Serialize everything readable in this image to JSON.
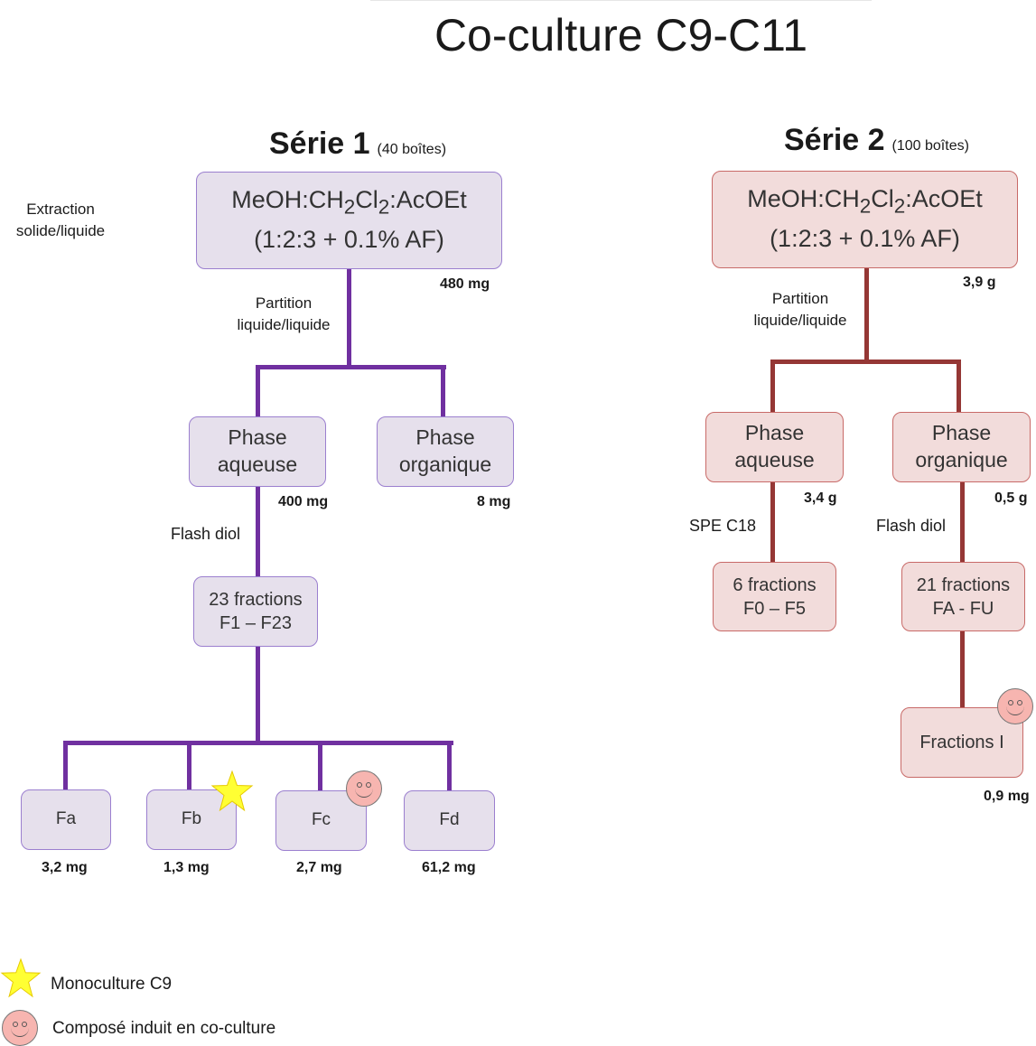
{
  "title": "Co-culture C9-C11",
  "serie1": {
    "heading": "Série 1",
    "count": "(40 boîtes)",
    "extraction_label_line1": "Extraction",
    "extraction_label_line2": "solide/liquide",
    "solvent_line1_pre": "MeOH:CH",
    "solvent_sub1": "2",
    "solvent_mid": "Cl",
    "solvent_sub2": "2",
    "solvent_line1_post": ":AcOEt",
    "solvent_line2": "(1:2:3 + 0.1% AF)",
    "solvent_mass": "480 mg",
    "partition_line1": "Partition",
    "partition_line2": "liquide/liquide",
    "aqueous_line1": "Phase",
    "aqueous_line2": "aqueuse",
    "aqueous_mass": "400 mg",
    "organic_line1": "Phase",
    "organic_line2": "organique",
    "organic_mass": "8 mg",
    "method": "Flash diol",
    "fractions_line1": "23 fractions",
    "fractions_line2": "F1 – F23",
    "subfractions": [
      {
        "label": "Fa",
        "mass": "3,2 mg"
      },
      {
        "label": "Fb",
        "mass": "1,3 mg"
      },
      {
        "label": "Fc",
        "mass": "2,7 mg"
      },
      {
        "label": "Fd",
        "mass": "61,2 mg"
      }
    ]
  },
  "serie2": {
    "heading": "Série 2",
    "count": "(100 boîtes)",
    "solvent_line1_pre": "MeOH:CH",
    "solvent_sub1": "2",
    "solvent_mid": "Cl",
    "solvent_sub2": "2",
    "solvent_line1_post": ":AcOEt",
    "solvent_line2": "(1:2:3 + 0.1% AF)",
    "solvent_mass": "3,9 g",
    "partition_line1": "Partition",
    "partition_line2": "liquide/liquide",
    "aqueous_line1": "Phase",
    "aqueous_line2": "aqueuse",
    "aqueous_mass": "3,4 g",
    "organic_line1": "Phase",
    "organic_line2": "organique",
    "organic_mass": "0,5 g",
    "aqueous_method": "SPE C18",
    "organic_method": "Flash diol",
    "aq_fractions_line1": "6 fractions",
    "aq_fractions_line2": "F0 – F5",
    "org_fractions_line1": "21 fractions",
    "org_fractions_line2": "FA - FU",
    "fraction_i": "Fractions I",
    "fraction_i_mass": "0,9 mg"
  },
  "legend": {
    "star_text": "Monoculture C9",
    "smiley_text": "Composé induit en co-culture"
  },
  "colors": {
    "serie1_line": "#7030a0",
    "serie2_line": "#953735",
    "serie1_fill": "#e6e0ec",
    "serie2_fill": "#f2dcdb",
    "star": "#ffff33",
    "smiley": "#f7b5b0"
  }
}
